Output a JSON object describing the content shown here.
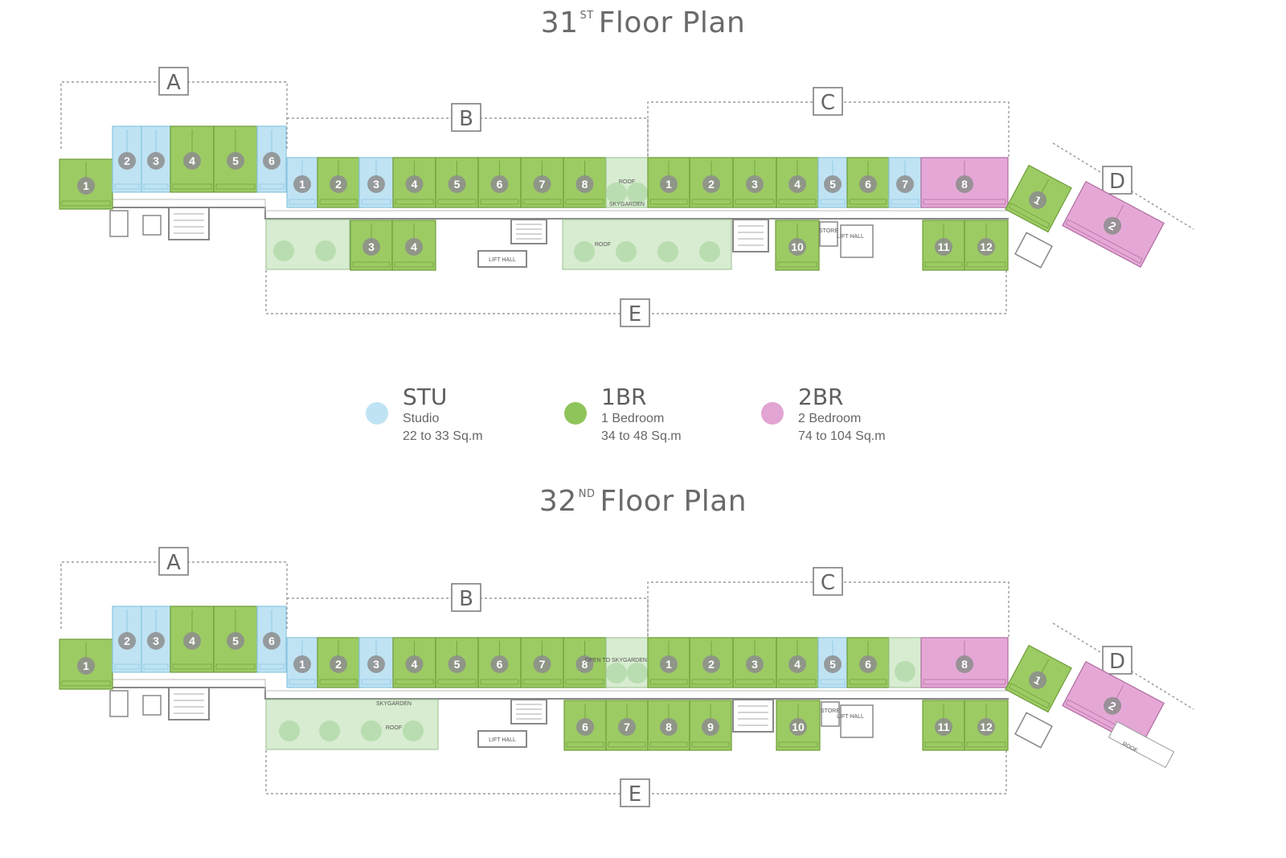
{
  "colors": {
    "studio": "#bfe3f3",
    "studio_stroke": "#88c5e0",
    "one_bedroom": "#9ccb63",
    "one_bedroom_stroke": "#6e9b3a",
    "two_bedroom": "#e5a8d6",
    "two_bedroom_stroke": "#b06ca0",
    "garden": "#d7ecd0",
    "wall": "#7a7a7a",
    "label_circle": "#8d8d8d"
  },
  "floors": [
    {
      "title_number": "31",
      "title_suffix": "ST",
      "title_text": "Floor Plan",
      "zones": [
        "A",
        "B",
        "C",
        "D",
        "E"
      ],
      "labels": {
        "roof_top": "ROOF",
        "skygarden_top": "SKYGARDEN",
        "roof_bottom": "ROOF",
        "lift_hall_left": "LIFT HALL",
        "lift_hall_right": "LIFT HALL",
        "store": "STORE"
      }
    },
    {
      "title_number": "32",
      "title_suffix": "ND",
      "title_text": "Floor Plan",
      "zones": [
        "A",
        "B",
        "C",
        "D",
        "E"
      ],
      "labels": {
        "open_to_skygarden": "OPEN TO SKYGARDEN BELOW",
        "skygarden": "SKYGARDEN",
        "roof_mid": "ROOF",
        "lift_hall_left": "LIFT HALL",
        "lift_hall_right": "LIFT HALL",
        "store": "STORE",
        "roof_d": "ROOF"
      }
    }
  ],
  "legend": [
    {
      "code": "STU",
      "name": "Studio",
      "area": "22 to 33 Sq.m",
      "color": "#bfe3f3"
    },
    {
      "code": "1BR",
      "name": "1 Bedroom",
      "area": "34 to 48 Sq.m",
      "color": "#8fc45a"
    },
    {
      "code": "2BR",
      "name": "2 Bedroom",
      "area": "74 to 104 Sq.m",
      "color": "#e2a4d3"
    }
  ],
  "units_31": [
    {
      "n": "1",
      "t": "1"
    },
    {
      "n": "2",
      "t": "S"
    },
    {
      "n": "3",
      "t": "S"
    },
    {
      "n": "4",
      "t": "1"
    },
    {
      "n": "5",
      "t": "1"
    },
    {
      "n": "6",
      "t": "S"
    },
    {
      "n": "1",
      "t": "S"
    },
    {
      "n": "2",
      "t": "1"
    },
    {
      "n": "3",
      "t": "S"
    },
    {
      "n": "4",
      "t": "1"
    },
    {
      "n": "5",
      "t": "1"
    },
    {
      "n": "6",
      "t": "1"
    },
    {
      "n": "7",
      "t": "1"
    },
    {
      "n": "8",
      "t": "1"
    },
    {
      "n": "1",
      "t": "1"
    },
    {
      "n": "2",
      "t": "1"
    },
    {
      "n": "3",
      "t": "1"
    },
    {
      "n": "4",
      "t": "1"
    },
    {
      "n": "5",
      "t": "S"
    },
    {
      "n": "6",
      "t": "1"
    },
    {
      "n": "7",
      "t": "S"
    },
    {
      "n": "8",
      "t": "2"
    },
    {
      "n": "3",
      "t": "1"
    },
    {
      "n": "4",
      "t": "1"
    },
    {
      "n": "10",
      "t": "1"
    },
    {
      "n": "11",
      "t": "1"
    },
    {
      "n": "12",
      "t": "1"
    },
    {
      "n": "1",
      "t": "1"
    },
    {
      "n": "2",
      "t": "2"
    }
  ],
  "units_32": [
    {
      "n": "1",
      "t": "1"
    },
    {
      "n": "2",
      "t": "S"
    },
    {
      "n": "3",
      "t": "S"
    },
    {
      "n": "4",
      "t": "1"
    },
    {
      "n": "5",
      "t": "1"
    },
    {
      "n": "6",
      "t": "S"
    },
    {
      "n": "1",
      "t": "S"
    },
    {
      "n": "2",
      "t": "1"
    },
    {
      "n": "3",
      "t": "S"
    },
    {
      "n": "4",
      "t": "1"
    },
    {
      "n": "5",
      "t": "1"
    },
    {
      "n": "6",
      "t": "1"
    },
    {
      "n": "7",
      "t": "1"
    },
    {
      "n": "8",
      "t": "1"
    },
    {
      "n": "1",
      "t": "1"
    },
    {
      "n": "2",
      "t": "1"
    },
    {
      "n": "3",
      "t": "1"
    },
    {
      "n": "4",
      "t": "1"
    },
    {
      "n": "5",
      "t": "S"
    },
    {
      "n": "6",
      "t": "1"
    },
    {
      "n": "8",
      "t": "2"
    },
    {
      "n": "6",
      "t": "1"
    },
    {
      "n": "7",
      "t": "1"
    },
    {
      "n": "8",
      "t": "1"
    },
    {
      "n": "9",
      "t": "1"
    },
    {
      "n": "10",
      "t": "1"
    },
    {
      "n": "11",
      "t": "1"
    },
    {
      "n": "12",
      "t": "1"
    },
    {
      "n": "1",
      "t": "1"
    },
    {
      "n": "2",
      "t": "2"
    }
  ]
}
